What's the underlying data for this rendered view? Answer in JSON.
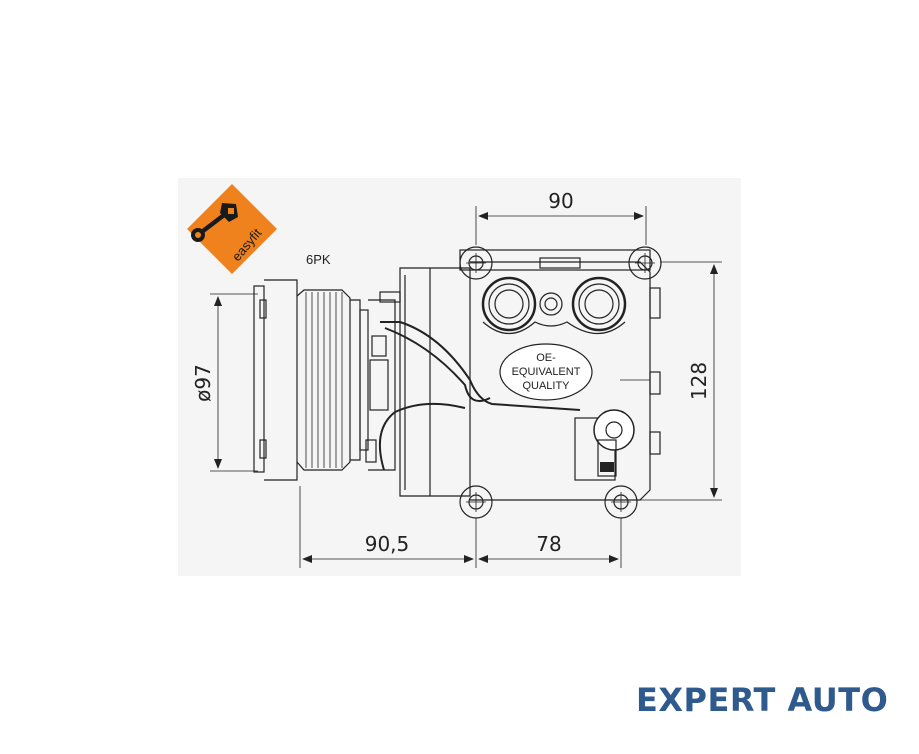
{
  "badge": {
    "text": "easyfit",
    "color": "#f0821e"
  },
  "belt_label": "6PK",
  "quality_label": [
    "OE-",
    "EQUIVALENT",
    "QUALITY"
  ],
  "dimensions": {
    "top_width": "90",
    "height_right": "128",
    "pulley_diameter": "ø97",
    "bottom_left": "90,5",
    "bottom_right": "78"
  },
  "watermark": {
    "text": "EXPERT AUTO",
    "color": "#2e5a8e"
  }
}
